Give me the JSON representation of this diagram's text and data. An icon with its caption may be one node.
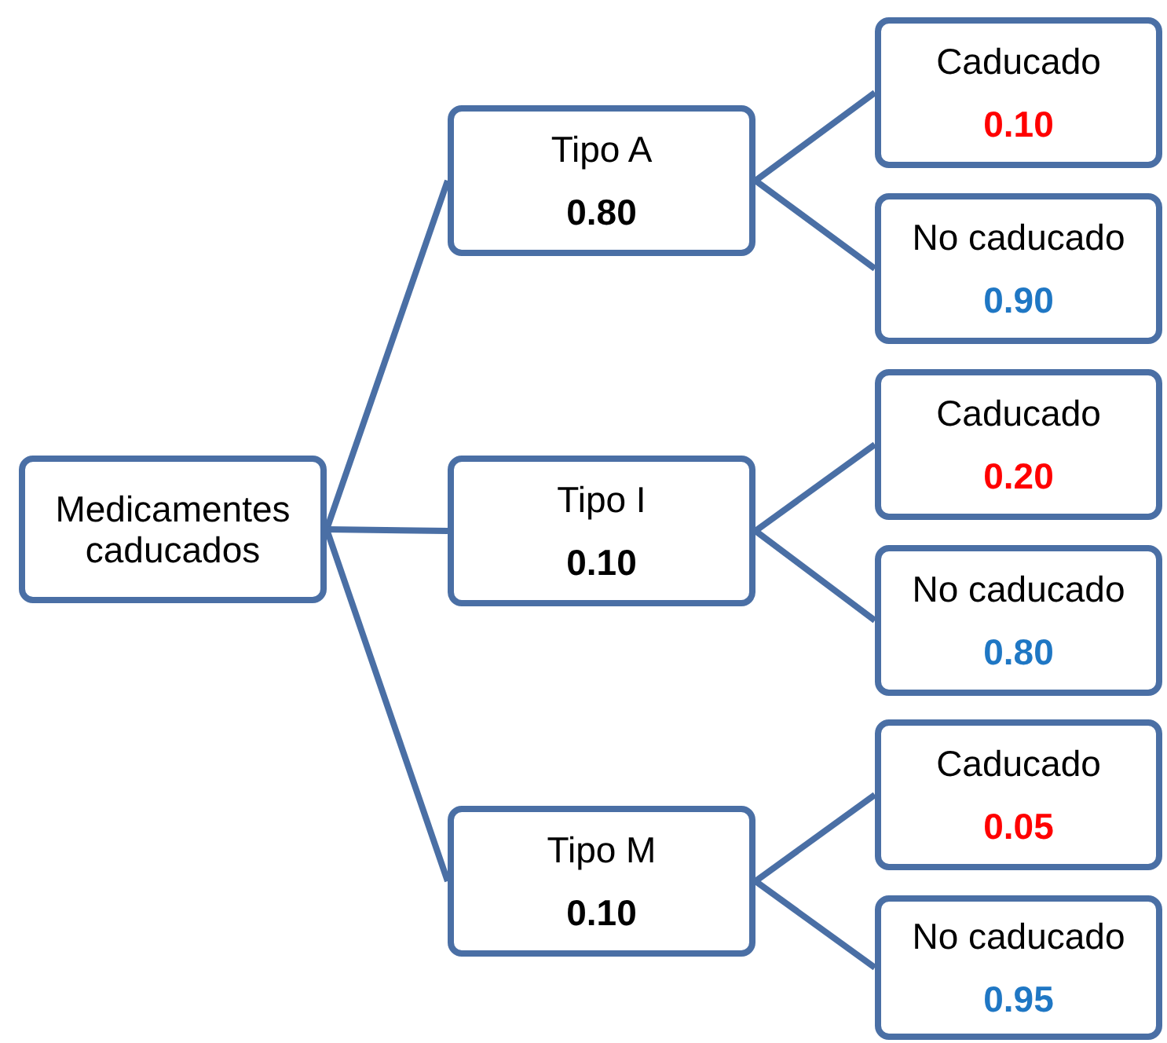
{
  "diagram": {
    "nodes": [
      {
        "text": [
          "Medicamentes caducados"
        ]
      },
      {
        "text": [
          "Tipo A",
          "0.80"
        ]
      },
      {
        "text": [
          "Tipo I",
          "0.10"
        ]
      },
      {
        "text": [
          "Tipo M",
          "0.10"
        ]
      },
      {
        "text": [
          "Caducado",
          "0.10"
        ]
      },
      {
        "text": [
          "No caducado",
          "0.90"
        ]
      },
      {
        "text": [
          "Caducado",
          "0.20"
        ]
      },
      {
        "text": [
          "No caducado",
          "0.80"
        ]
      },
      {
        "text": [
          "Caducado",
          "0.05"
        ]
      },
      {
        "text": [
          "No caducado",
          "0.95"
        ]
      }
    ],
    "edges": [
      {
        "from": 0,
        "to": 1,
        "arrow": "none"
      },
      {
        "from": 0,
        "to": 2,
        "arrow": "none"
      },
      {
        "from": 0,
        "to": 3,
        "arrow": "none"
      },
      {
        "from": 1,
        "to": 4,
        "arrow": "none"
      },
      {
        "from": 1,
        "to": 5,
        "arrow": "none"
      },
      {
        "from": 2,
        "to": 6,
        "arrow": "none"
      },
      {
        "from": 2,
        "to": 7,
        "arrow": "none"
      },
      {
        "from": 3,
        "to": 8,
        "arrow": "none"
      },
      {
        "from": 3,
        "to": 9,
        "arrow": "none"
      }
    ]
  }
}
